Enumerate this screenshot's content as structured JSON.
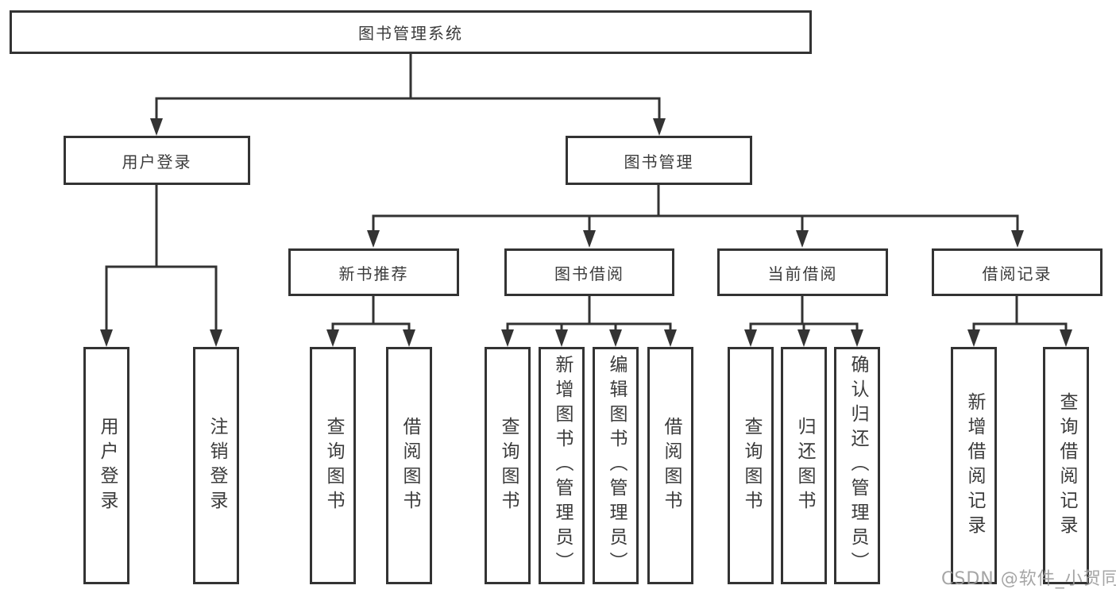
{
  "colors": {
    "line": "#333333",
    "text": "#3b3b3b",
    "watermark": "#9c9c9c",
    "background": "#ffffff"
  },
  "watermark": "CSDN @软件_小贺同学",
  "tree": {
    "root": "图书管理系统",
    "branches": [
      {
        "label": "用户登录",
        "leaves": [
          "用户登录",
          "注销登录"
        ]
      },
      {
        "label": "图书管理",
        "groups": [
          {
            "label": "新书推荐",
            "leaves": [
              "查询图书",
              "借阅图书"
            ]
          },
          {
            "label": "图书借阅",
            "leaves": [
              "查询图书",
              "新增图书（管理员）",
              "编辑图书（管理员）",
              "借阅图书"
            ]
          },
          {
            "label": "当前借阅",
            "leaves": [
              "查询图书",
              "归还图书",
              "确认归还（管理员）"
            ]
          },
          {
            "label": "借阅记录",
            "leaves": [
              "新增借阅记录",
              "查询借阅记录"
            ]
          }
        ]
      }
    ]
  }
}
